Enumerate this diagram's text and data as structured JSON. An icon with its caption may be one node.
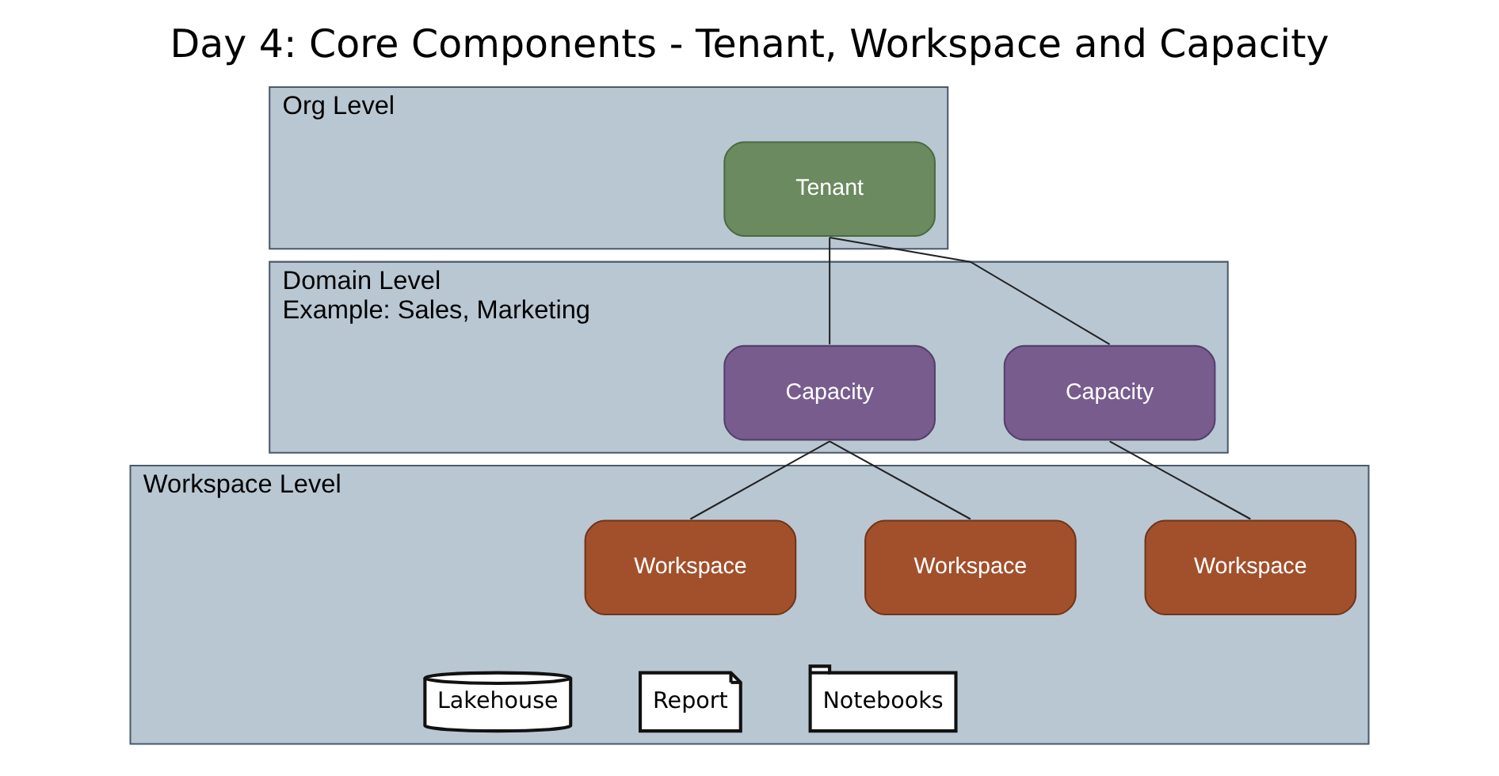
{
  "diagram": {
    "title": "Day 4: Core Components - Tenant, Workspace and Capacity",
    "nodes": [
      {
        "text": [
          "Org Level"
        ]
      },
      {
        "text": [
          "Tenant"
        ],
        "in": 0
      },
      {
        "text": [
          "Domain Level",
          "Example: Sales, Marketing"
        ]
      },
      {
        "text": [
          "Capacity"
        ],
        "in": 2
      },
      {
        "text": [
          "Capacity"
        ],
        "in": 2
      },
      {
        "text": [
          "Workspace Level"
        ]
      },
      {
        "text": [
          "Workspace"
        ],
        "in": 5
      },
      {
        "text": [
          "Workspace"
        ],
        "in": 5
      },
      {
        "text": [
          "Workspace"
        ],
        "in": 5
      },
      {
        "text": [
          "Lakehouse"
        ],
        "in": 5
      },
      {
        "text": [
          "Report"
        ],
        "in": 5
      },
      {
        "text": [
          "Notebooks"
        ],
        "in": 5
      }
    ],
    "edges": [
      {
        "from": 1,
        "to": 3,
        "arrow": "none"
      },
      {
        "from": 1,
        "to": 4,
        "arrow": "none"
      },
      {
        "from": 3,
        "to": 6,
        "arrow": "none"
      },
      {
        "from": 3,
        "to": 7,
        "arrow": "none"
      },
      {
        "from": 4,
        "to": 8,
        "arrow": "none"
      }
    ]
  }
}
